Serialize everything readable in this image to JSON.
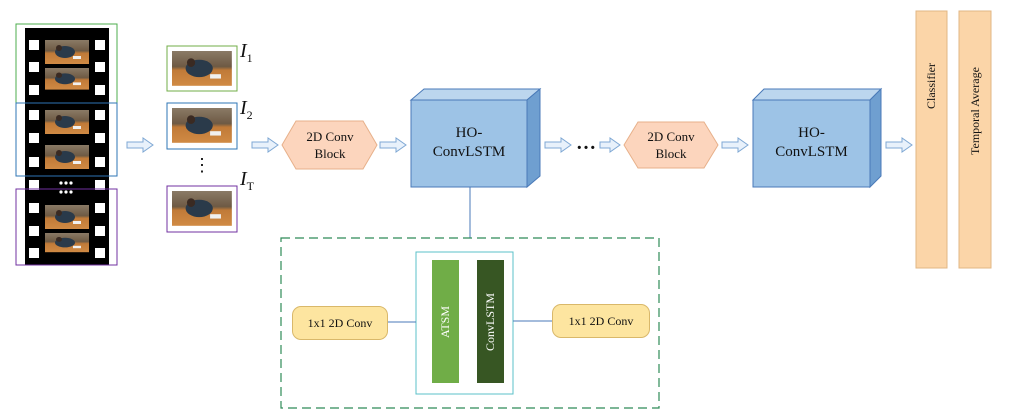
{
  "diagram": {
    "frame_labels": [
      {
        "main": "I",
        "sub": "1"
      },
      {
        "main": "I",
        "sub": "2"
      },
      {
        "main": "I",
        "sub": "T"
      }
    ],
    "dots_vertical": "⋮",
    "conv_block_1": {
      "line1": "2D Conv",
      "line2": "Block"
    },
    "hoconvlstm_1": {
      "line1": "HO-",
      "line2": "ConvLSTM"
    },
    "ellipsis": "…",
    "conv_block_2": {
      "line1": "2D Conv",
      "line2": "Block"
    },
    "hoconvlstm_2": {
      "line1": "HO-",
      "line2": "ConvLSTM"
    },
    "classifier": "Classifier",
    "temporal_average": "Temporal Average",
    "detail": {
      "conv_left": "1x1 2D Conv",
      "atsm": "ATSM",
      "convlstm": "ConvLSTM",
      "conv_right": "1x1 2D Conv"
    },
    "colors": {
      "hexagon": "#fcd5bd",
      "cube_front": "#9dc3e6",
      "cube_top": "#bcd6ee",
      "cube_side": "#6f9fd0",
      "tall_box": "#fbd5a8",
      "pill": "#fde5a0",
      "atsm": "#70ad47",
      "convlstm": "#375623",
      "dashed_border": "#2e8b57",
      "arrow": "#9dc3e6"
    }
  }
}
